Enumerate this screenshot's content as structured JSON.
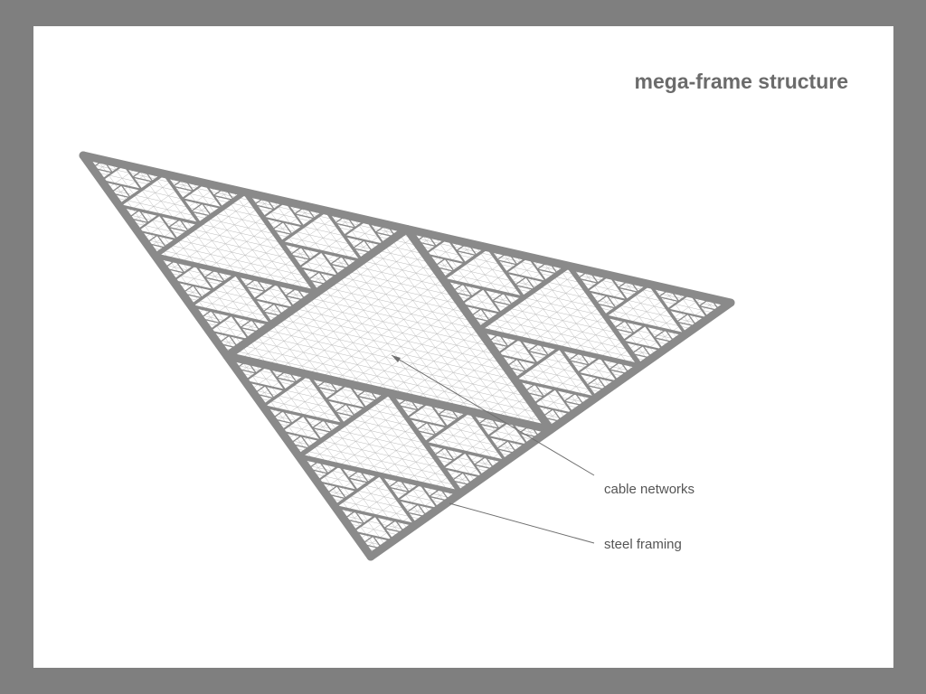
{
  "slide": {
    "title": "mega-frame structure",
    "background_color": "#7f7f7f",
    "panel_color": "#ffffff"
  },
  "diagram": {
    "subject": "triangular fractal frame with nested triangular cells",
    "frame_color": "#8a8a8a",
    "cable_color": "#bbbbbb",
    "annotations": [
      {
        "id": "cable-networks",
        "label": "cable networks"
      },
      {
        "id": "steel-framing",
        "label": "steel framing"
      }
    ]
  }
}
